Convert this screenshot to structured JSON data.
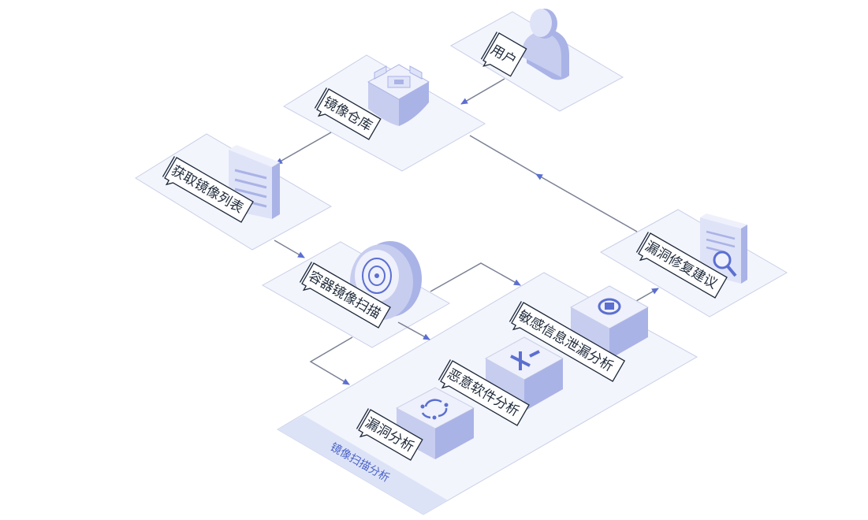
{
  "nodes": {
    "user": "用户",
    "registry": "镜像仓库",
    "image_list": "获取镜像列表",
    "scanner": "容器镜像扫描",
    "fix_advice": "漏洞修复建议",
    "vuln": "漏洞分析",
    "malware": "恶意软件分析",
    "leak": "敏感信息泄漏分析"
  },
  "zone": {
    "label": "镜像扫描分析"
  },
  "colors": {
    "platform_fill": "#f3f5fd",
    "platform_stroke": "#c9cfe6",
    "box_left": "#c7cdef",
    "box_right": "#aab3e6",
    "box_top": "#eef0fb",
    "accent": "#5b6fd1",
    "arrow": "#7a8194"
  }
}
